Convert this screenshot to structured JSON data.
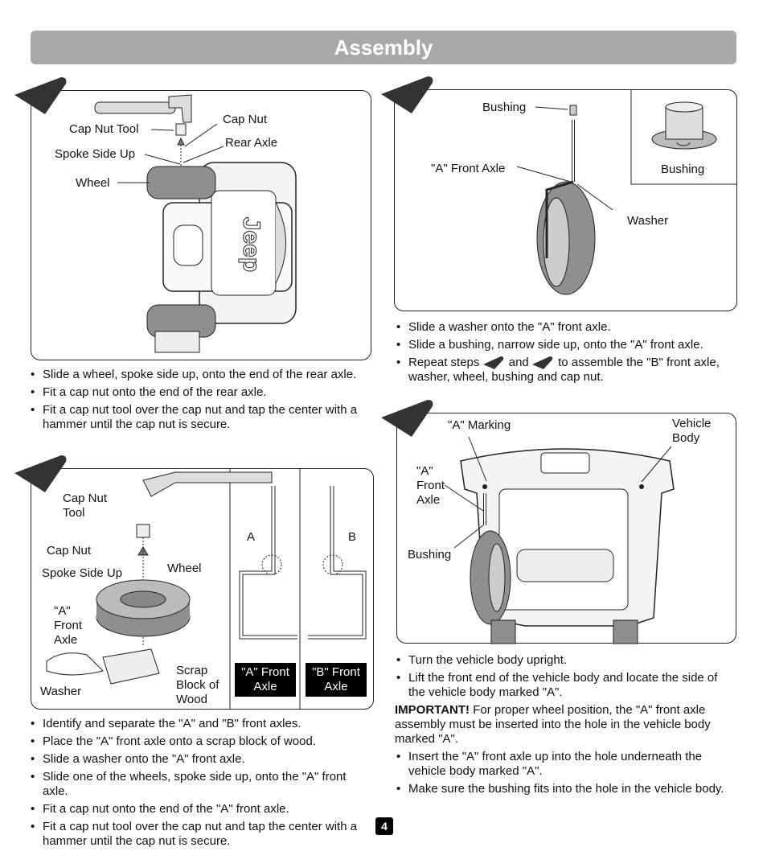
{
  "header": {
    "title": "Assembly"
  },
  "panel1": {
    "labels": {
      "cap_nut_tool": "Cap Nut Tool",
      "cap_nut": "Cap Nut",
      "rear_axle": "Rear Axle",
      "spoke_side_up": "Spoke Side Up",
      "wheel": "Wheel"
    },
    "bullets": [
      "Slide a wheel, spoke side up, onto the end of the rear axle.",
      "Fit a cap nut onto the end of the rear axle.",
      "Fit a cap nut tool over the cap nut and tap the center with a hammer until the cap nut is secure."
    ]
  },
  "panel2": {
    "labels": {
      "cap_nut_tool": "Cap Nut Tool",
      "cap_nut": "Cap Nut",
      "spoke_side_up": "Spoke Side Up",
      "wheel": "Wheel",
      "a_front_axle": "\"A\" Front Axle",
      "washer": "Washer",
      "scrap_block": "Scrap Block of Wood",
      "axle_a_letter": "A",
      "axle_b_letter": "B",
      "a_caption": "\"A\" Front Axle",
      "b_caption": "\"B\" Front Axle"
    },
    "bullets": [
      "Identify and separate the \"A\" and \"B\" front axles.",
      "Place the \"A\" front axle onto a scrap block of wood.",
      "Slide a washer onto the \"A\" front axle.",
      "Slide one of the wheels, spoke side up, onto the \"A\" front axle.",
      "Fit a cap nut onto the end of the \"A\" front axle.",
      "Fit a cap nut tool over the cap nut and tap the center with a hammer until the cap nut is secure."
    ]
  },
  "panel3": {
    "labels": {
      "bushing": "Bushing",
      "a_front_axle": "\"A\" Front Axle",
      "washer": "Washer",
      "inset_bushing": "Bushing"
    },
    "bullets": [
      "Slide a washer onto the \"A\" front axle.",
      "Slide a bushing, narrow side up, onto the \"A\" front axle."
    ],
    "repeat_prefix": "Repeat steps",
    "repeat_and": "and",
    "repeat_suffix": "to assemble the \"B\" front axle, washer, wheel, bushing and cap nut."
  },
  "panel4": {
    "labels": {
      "a_marking": "\"A\" Marking",
      "vehicle_body": "Vehicle Body",
      "a_front_axle": "\"A\" Front Axle",
      "bushing": "Bushing"
    },
    "bullets_top": [
      "Turn the vehicle body upright.",
      "Lift the front end of the vehicle body and locate the side of the vehicle body marked \"A\"."
    ],
    "important_label": "IMPORTANT!",
    "important_text": "For proper wheel position, the \"A\" front axle assembly must be inserted into the hole in the vehicle body marked \"A\".",
    "bullets_bottom": [
      "Insert the \"A\" front axle up into the hole underneath the vehicle body marked \"A\".",
      "Make sure the bushing fits into the hole in the vehicle body."
    ]
  },
  "page_number": "4",
  "colors": {
    "header_bg": "#a9a9a9",
    "tab": "#333333",
    "tire": "#8f8f8f"
  }
}
